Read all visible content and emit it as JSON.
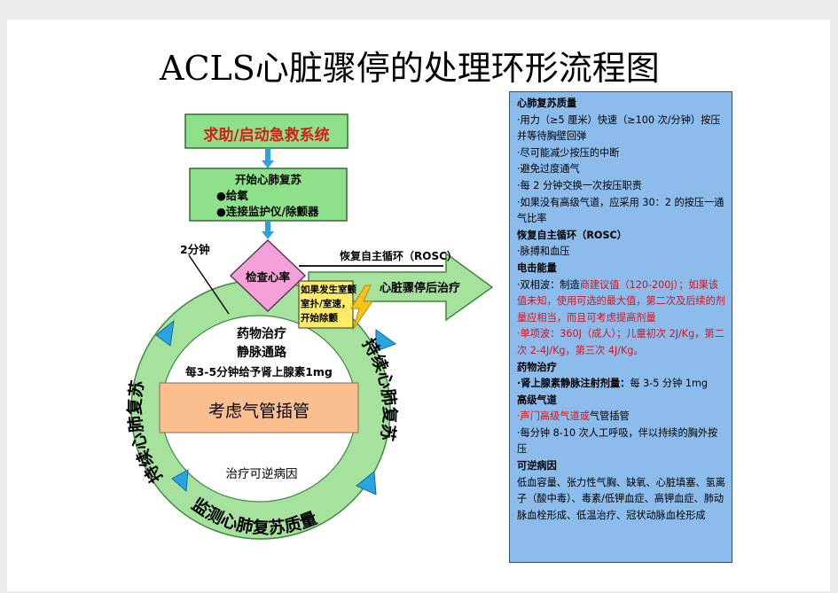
{
  "title": "ACLS心脏骤停的处理环形流程图",
  "colors": {
    "ring": "#a6e29e",
    "arrow_green": "#a6e29e",
    "box_green": "#8fe08a",
    "diamond": "#f5a0d8",
    "oval_center": "#ffffff",
    "band": "#fbbf8f",
    "panel": "#8cbcec",
    "red_text": "#d4141e",
    "red_box_text": "#d41e1e",
    "blue_arrow": "#2aa4e0",
    "shock_box": "#ffeb64"
  },
  "flow": {
    "help_box": "求助/启动急救系统",
    "start_cpr": {
      "title": "开始心肺复苏",
      "items": [
        "●给氧",
        "●连接监护仪/除颤器"
      ]
    },
    "two_min": "2分钟",
    "check_rhythm": "检查心率",
    "rosc": "恢复自主循环（ROSC）",
    "post_arrest": "心脏骤停后治疗",
    "shock_note": [
      "如果发生室颤",
      "室扑/室速，",
      "开始除颤"
    ],
    "center": {
      "line1": "药物治疗",
      "line2": "静脉通路",
      "line3": "每3-5分钟给予肾上腺素1mg",
      "band": "考虑气管插管",
      "line4": "治疗可逆病因"
    },
    "ring_left": "持续心肺复苏",
    "ring_right": "持续心肺复苏",
    "ring_bottom": "监测心肺复苏质量",
    "icons": [
      "lightning-icon",
      "arrow-down-icon",
      "arrow-right-icon"
    ]
  },
  "panel": {
    "cpr_quality": {
      "heading": "心肺复苏质量",
      "lines": [
        "·用力（≥5 厘米）快速（≥100 次/分钟）按压并等待胸壁回弹",
        "·尽可能减少按压的中断",
        "·避免过度通气",
        "·每 2 分钟交换一次按压职责",
        "·如果没有高级气道，应采用 30：2 的按压一通气比率"
      ]
    },
    "rosc": {
      "heading": "恢复自主循环（ROSC）",
      "lines": [
        "·脉搏和血压"
      ]
    },
    "shock": {
      "heading": "电击能量",
      "biphasic_prefix": "·双相波：制造",
      "biphasic_red": "商建议值（120-200J）；如果该值未知，使用可选的最大值，第二次及后续的剂量应相当，而且可考虑提高剂量",
      "monophasic": "·单项波：360J（成人）；儿童初次 2J/Kg，第二次 2-4J/Kg，第三次 4J/Kg。"
    },
    "drugs": {
      "heading": "药物治疗",
      "line_bold": "·肾上腺素静脉注射剂量：",
      "line_rest": "每 3-5 分钟 1mg"
    },
    "airway": {
      "heading": "高级气道",
      "line1_red": "·声门高级气道或",
      "line1_rest": "气管插管",
      "line2": "·每分钟 8-10 次人工呼吸，伴以持续的胸外按压"
    },
    "reversible": {
      "heading": "可逆病因",
      "text": "低血容量、张力性气胸、缺氧、心脏填塞、氢离子（酸中毒）、毒素/低钾血症、高钾血症、肺动脉血栓形成、低温治疗、冠状动脉血栓形成"
    }
  }
}
